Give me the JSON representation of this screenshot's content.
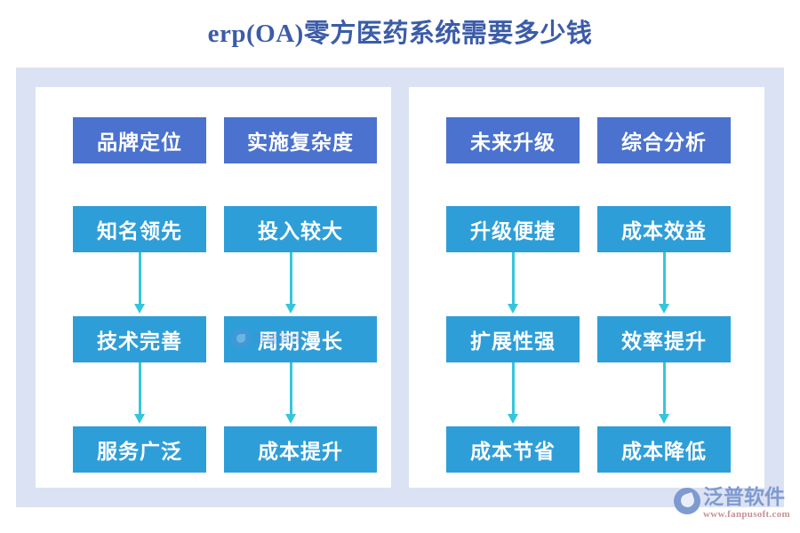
{
  "page": {
    "title": "erp(OA)零方医药系统需要多少钱",
    "background": "#ffffff",
    "frame_color": "#dbe2f3",
    "panel_color": "#ffffff",
    "title_color": "#3b5ca8",
    "head_node_color": "#4a72ce",
    "body_node_color": "#2e9ed8",
    "arrow_color": "#35c6dd"
  },
  "diagram": {
    "type": "flow-columns",
    "panels": [
      {
        "name": "left-panel",
        "columns": [
          {
            "name": "brand-positioning",
            "header": "品牌定位",
            "steps": [
              "知名领先",
              "技术完善",
              "服务广泛"
            ]
          },
          {
            "name": "implementation-complexity",
            "header": "实施复杂度",
            "steps": [
              "投入较大",
              "周期漫长",
              "成本提升"
            ]
          }
        ]
      },
      {
        "name": "right-panel",
        "columns": [
          {
            "name": "future-upgrade",
            "header": "未来升级",
            "steps": [
              "升级便捷",
              "扩展性强",
              "成本节省"
            ]
          },
          {
            "name": "comprehensive-analysis",
            "header": "综合分析",
            "steps": [
              "成本效益",
              "效率提升",
              "成本降低"
            ]
          }
        ]
      }
    ]
  },
  "watermark": {
    "text": "泛普软件"
  },
  "brand": {
    "name": "泛普软件",
    "url": "www.fanpusoft.com"
  }
}
